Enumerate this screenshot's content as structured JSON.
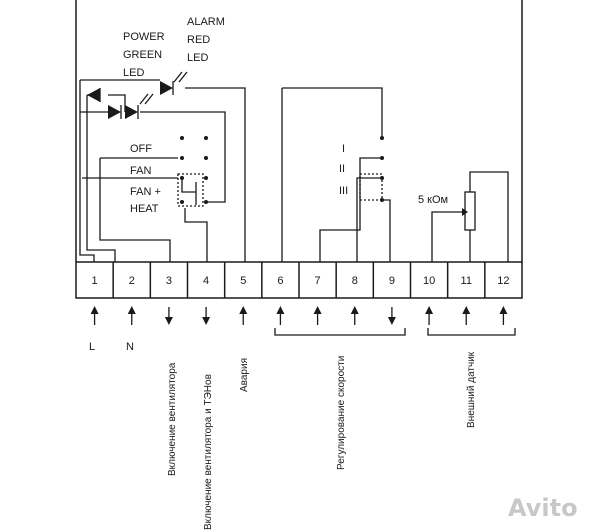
{
  "labels": {
    "power": [
      "POWER",
      "GREEN",
      "LED"
    ],
    "alarm": [
      "ALARM",
      "RED",
      "LED"
    ],
    "modes": [
      "OFF",
      "FAN",
      "FAN +",
      "HEAT"
    ],
    "speeds": [
      "I",
      "II",
      "III"
    ],
    "resistor": "5 кОм"
  },
  "terminals": [
    "1",
    "2",
    "3",
    "4",
    "5",
    "6",
    "7",
    "8",
    "9",
    "10",
    "11",
    "12"
  ],
  "arrows": [
    "up",
    "up",
    "down",
    "down",
    "up",
    "up",
    "up",
    "up",
    "down",
    "up",
    "up",
    "up"
  ],
  "bottom": {
    "L": "L",
    "N": "N",
    "fan_on": "Включение вентилятора",
    "fan_heat_on": "Включение вентилятора и ТЭНов",
    "alarm": "Авария",
    "speed_control": "Регулирование скорости",
    "ext_sensor": "Внешний датчик"
  },
  "watermark": "Avito"
}
